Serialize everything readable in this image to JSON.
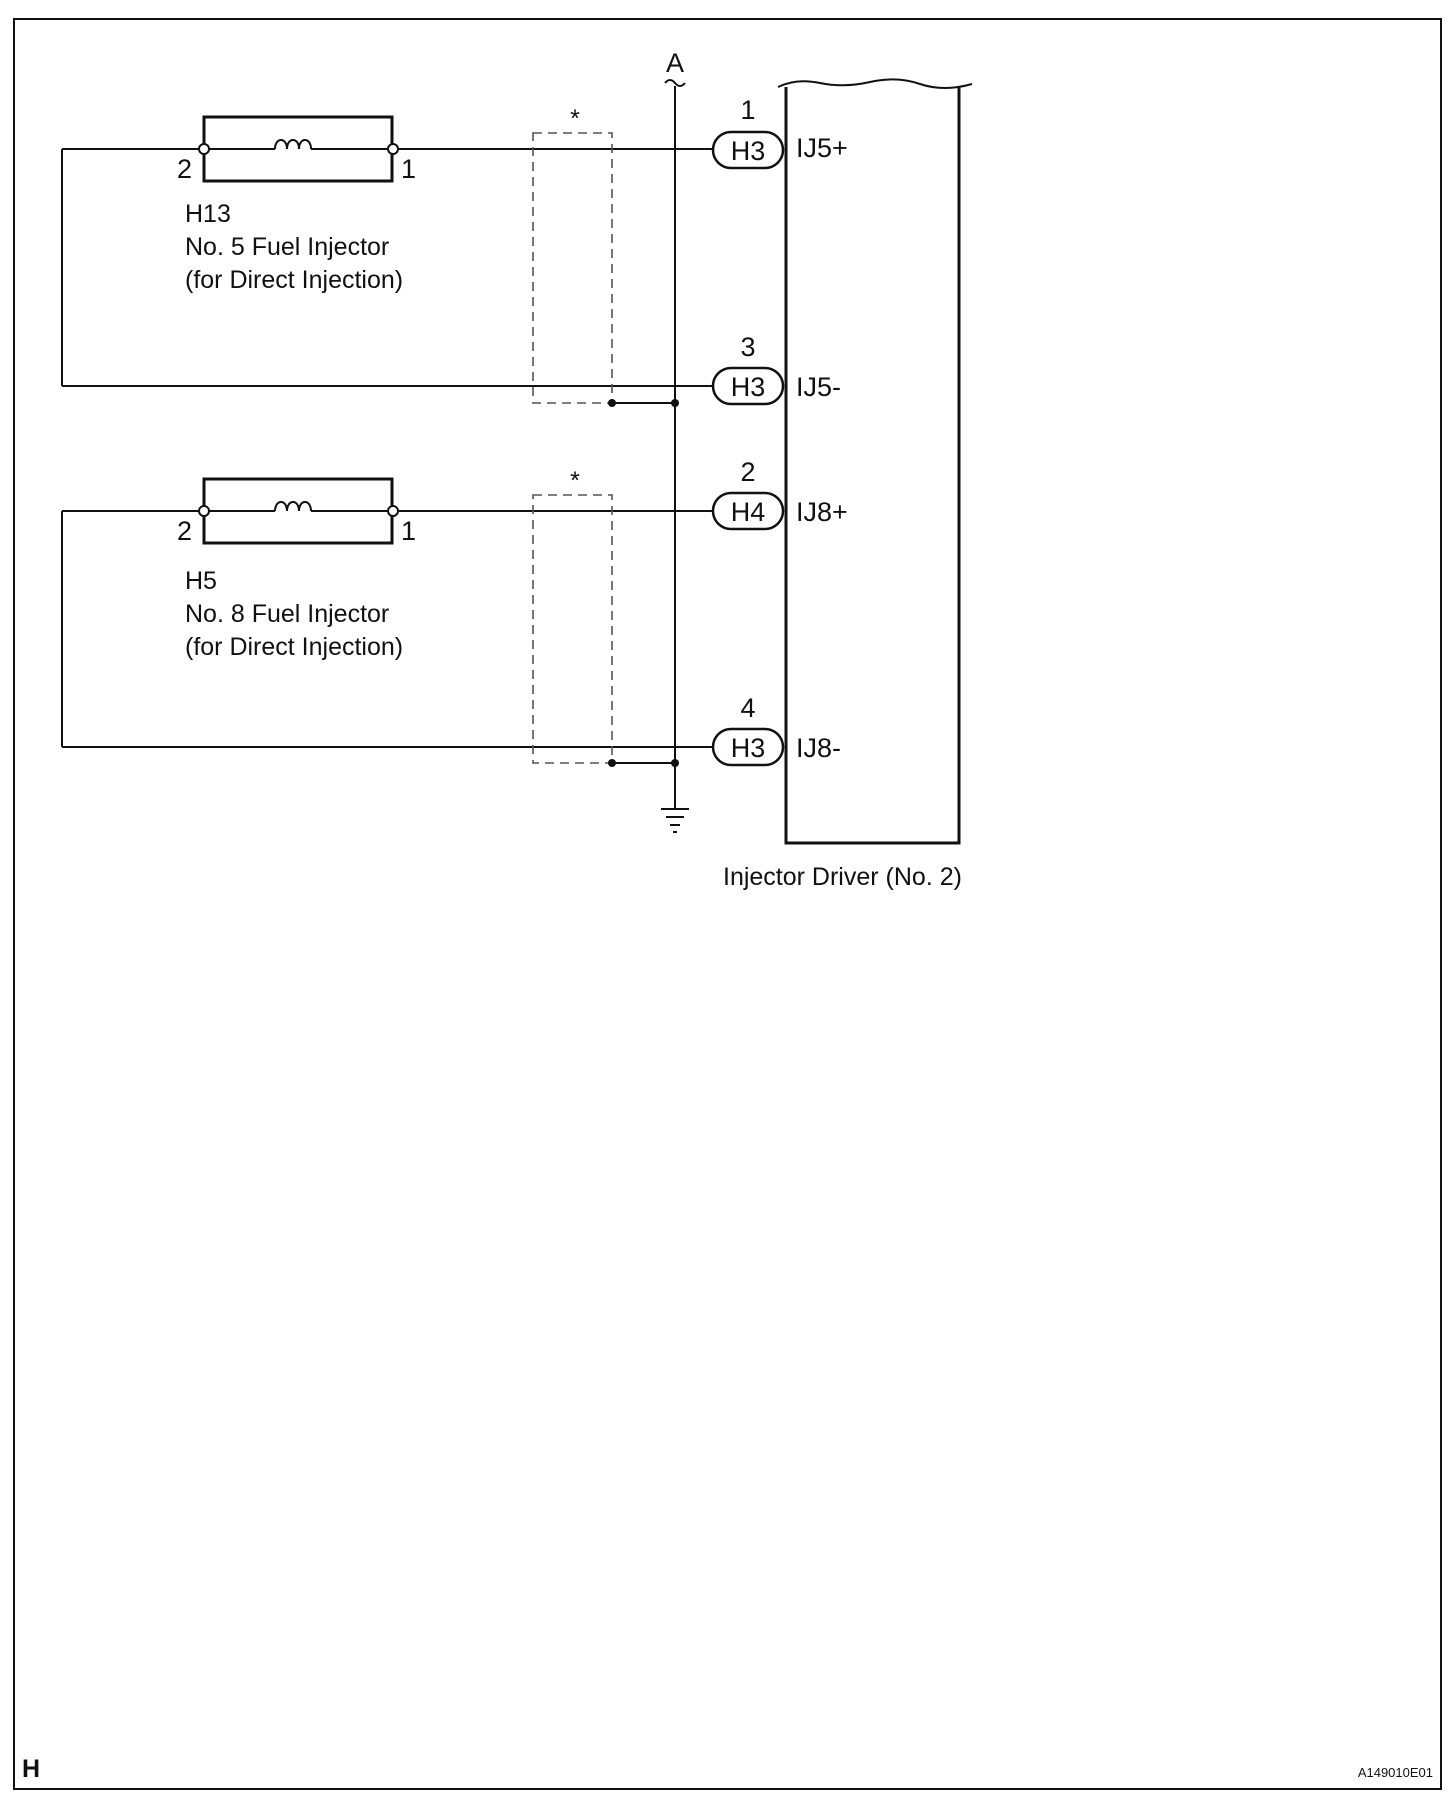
{
  "frame": {
    "corner_letter": "H",
    "figure_id": "A149010E01"
  },
  "line_label": "A",
  "driver": {
    "label": "Injector Driver (No. 2)"
  },
  "injectors": [
    {
      "connector": "H13",
      "name": "No. 5 Fuel Injector",
      "note": "(for Direct Injection)",
      "pin_left": "2",
      "pin_right": "1",
      "shield_marker": "*"
    },
    {
      "connector": "H5",
      "name": "No. 8 Fuel Injector",
      "note": "(for Direct Injection)",
      "pin_left": "2",
      "pin_right": "1",
      "shield_marker": "*"
    }
  ],
  "terminals": [
    {
      "pin": "1",
      "connector": "H3",
      "signal": "IJ5+"
    },
    {
      "pin": "3",
      "connector": "H3",
      "signal": "IJ5-"
    },
    {
      "pin": "2",
      "connector": "H4",
      "signal": "IJ8+"
    },
    {
      "pin": "4",
      "connector": "H3",
      "signal": "IJ8-"
    }
  ]
}
